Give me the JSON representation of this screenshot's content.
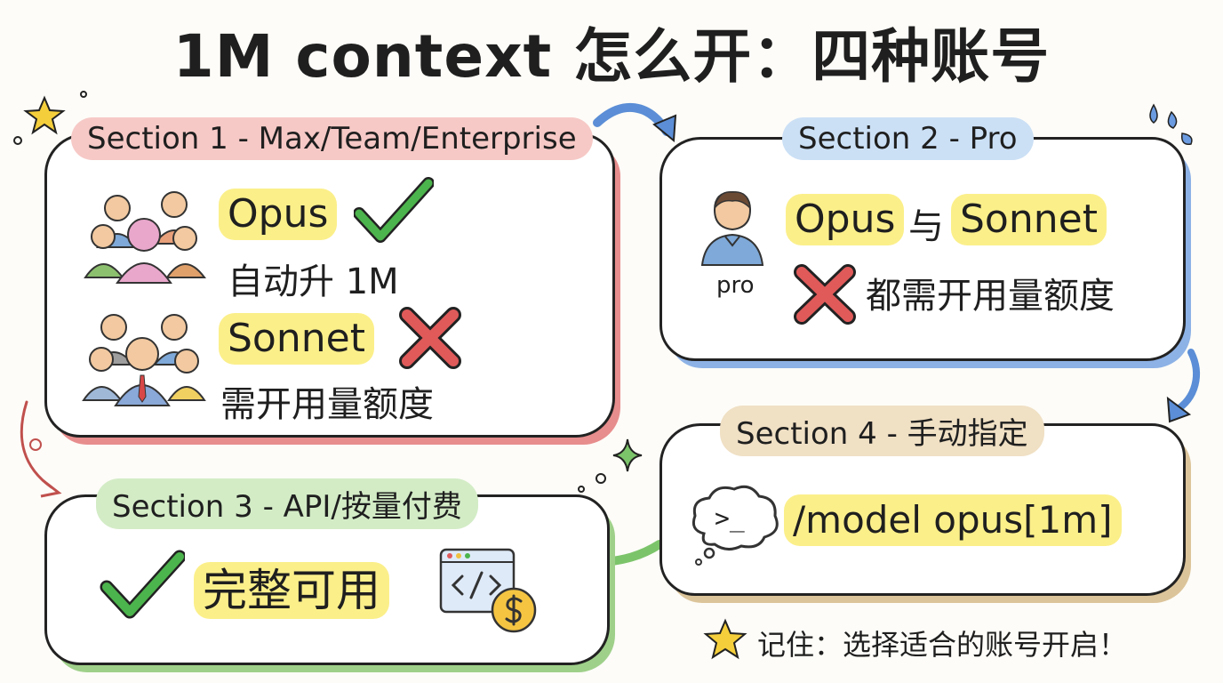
{
  "title": "1M context 怎么开：四种账号",
  "sections": {
    "s1": {
      "title": "Section 1 - Max/Team/Enterprise",
      "opus_label": "Opus",
      "opus_note": "自动升 1M",
      "sonnet_label": "Sonnet",
      "sonnet_note": "需开用量额度"
    },
    "s2": {
      "title": "Section 2 - Pro",
      "opus_label": "Opus",
      "connector": "与",
      "sonnet_label": "Sonnet",
      "avatar_label": "pro",
      "note": "都需开用量额度"
    },
    "s3": {
      "title": "Section 3 - API/按量付费",
      "note": "完整可用"
    },
    "s4": {
      "title": "Section 4 - 手动指定",
      "terminal_glyph": ">_",
      "command": "/model opus[1m]"
    }
  },
  "footer": {
    "note": "记住：选择适合的账号开启！"
  },
  "colors": {
    "section1": "#e78d8d",
    "section2": "#8db2e6",
    "section3": "#9fd08a",
    "section4": "#dcc49a",
    "highlight": "#fbef8a",
    "check": "#3a9c3a",
    "cross": "#d94848"
  }
}
